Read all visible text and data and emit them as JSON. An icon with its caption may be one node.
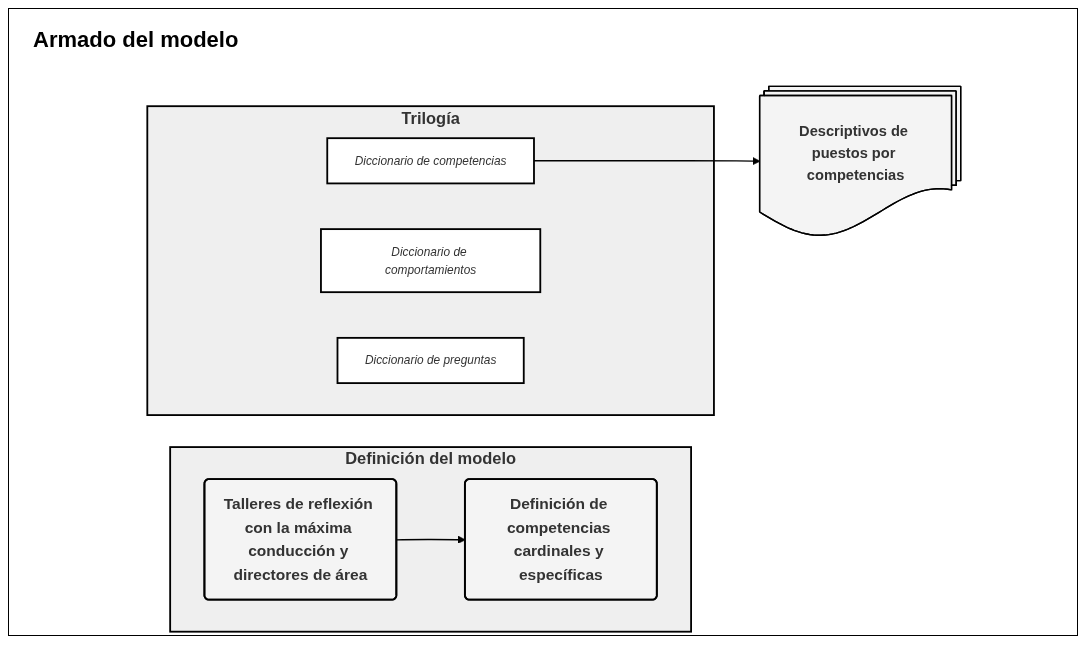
{
  "diagram": {
    "title": "Armado del modelo",
    "nodes": [
      {
        "text": [
          "Definición del modelo"
        ]
      },
      {
        "text": [
          "Talleres de reflexión con la máxima conducción y directores de área"
        ],
        "in": 0
      },
      {
        "text": [
          "Definición de competencias cardinales y específicas"
        ],
        "in": 0
      },
      {
        "text": [
          "Trilogía"
        ]
      },
      {
        "text": [
          "Diccionario de competencias"
        ],
        "in": 3
      },
      {
        "text": [
          "Diccionario de comportamientos"
        ],
        "in": 3
      },
      {
        "text": [
          "Diccionario de preguntas"
        ],
        "in": 3
      },
      {
        "text": [
          "Descriptivos de puestos por competencias"
        ]
      }
    ],
    "edges": [
      {
        "from": 1,
        "to": 2,
        "arrow": "to"
      },
      {
        "from": 4,
        "to": 7,
        "arrow": "to"
      }
    ]
  }
}
